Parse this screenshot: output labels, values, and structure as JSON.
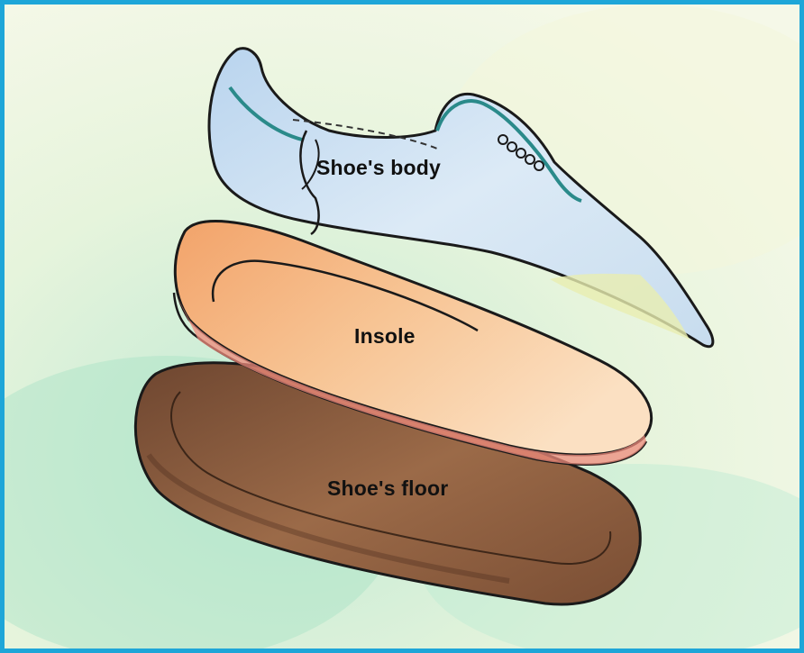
{
  "diagram": {
    "labels": {
      "shoe_body": "Shoe's body",
      "insole": "Insole",
      "shoe_floor": "Shoe's floor"
    },
    "colors": {
      "frame_border": "#1ea6d8",
      "shoe_body": "#cfe3f3",
      "insole": "#f3b98c",
      "shoe_floor": "#8a5a3c",
      "background_wash": "#c9ecd6"
    }
  }
}
